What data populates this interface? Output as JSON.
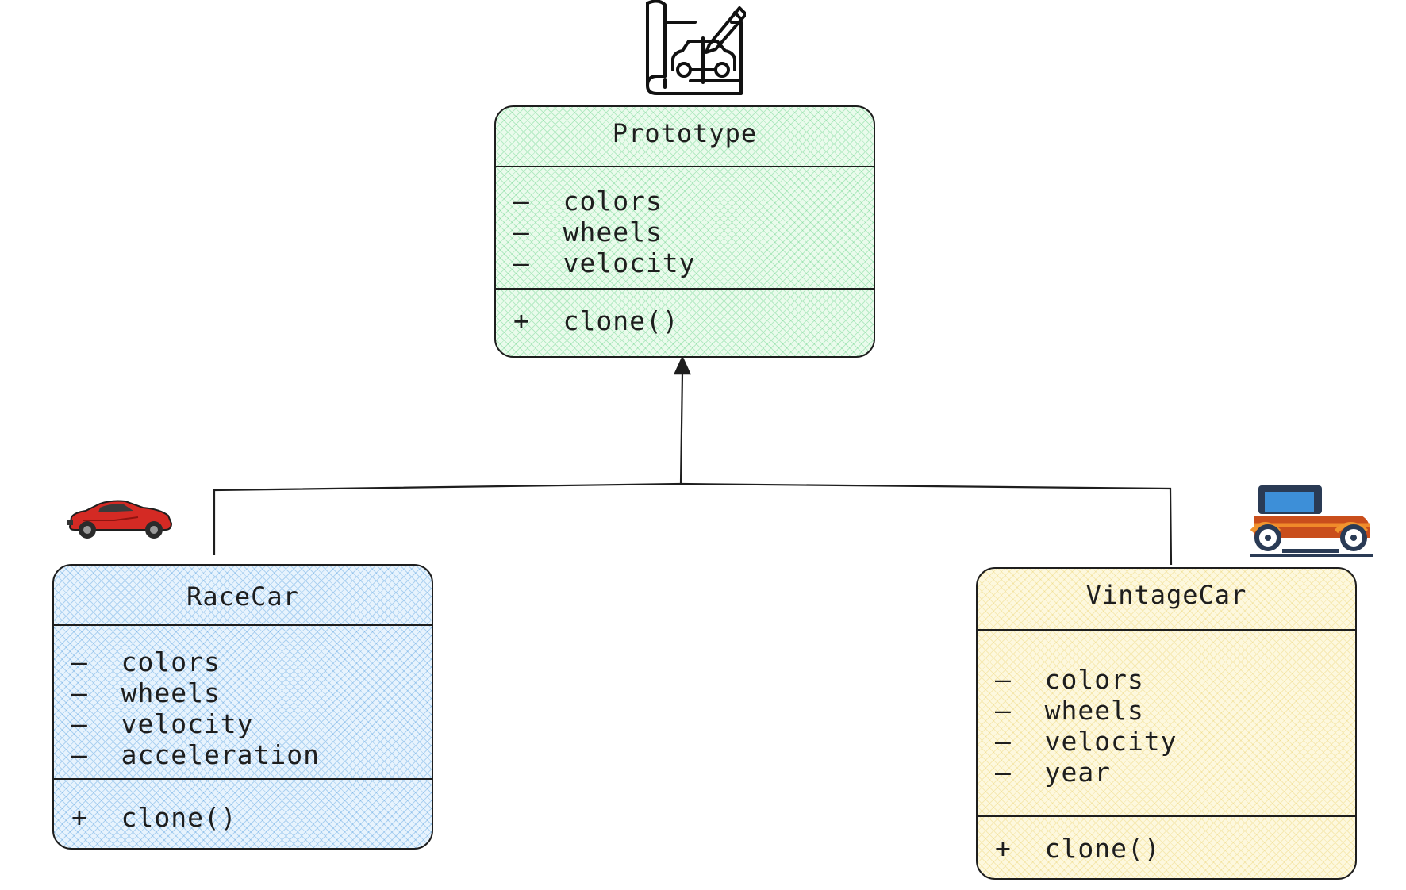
{
  "classes": {
    "prototype": {
      "name": "Prototype",
      "attributes": [
        "–  colors",
        "–  wheels",
        "–  velocity"
      ],
      "methods": [
        "+  clone()"
      ],
      "fill": "#d3f9d8"
    },
    "racecar": {
      "name": "RaceCar",
      "attributes": [
        "–  colors",
        "–  wheels",
        "–  velocity",
        "–  acceleration"
      ],
      "methods": [
        "+  clone()"
      ],
      "fill": "#d0ebff"
    },
    "vintagecar": {
      "name": "VintageCar",
      "attributes": [
        "–  colors",
        "–  wheels",
        "–  velocity",
        "–  year"
      ],
      "methods": [
        "+  clone()"
      ],
      "fill": "#fff3bf"
    }
  },
  "relations": [
    {
      "from": "racecar",
      "to": "prototype",
      "kind": "inheritance-arrow"
    },
    {
      "from": "vintagecar",
      "to": "prototype",
      "kind": "inheritance-arrow"
    }
  ],
  "icons": {
    "prototype": "blueprint-car-icon",
    "racecar": "red-sports-car-icon",
    "vintagecar": "vintage-car-icon"
  }
}
